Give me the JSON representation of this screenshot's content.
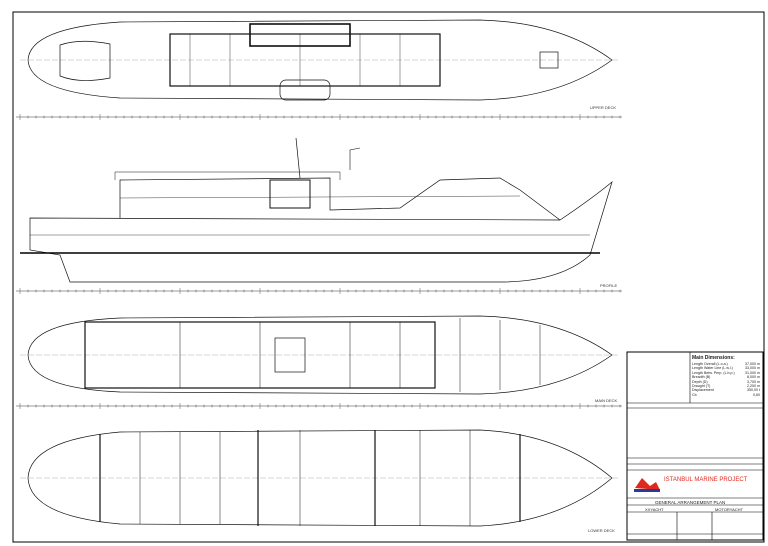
{
  "views": {
    "upper_deck": "UPPER DECK",
    "profile": "PROFILE",
    "main_deck": "MAIN DECK",
    "lower_deck": "LOWER DECK"
  },
  "title_block": {
    "main_dimensions_title": "Main Dimensions:",
    "dimensions": [
      {
        "label": "Length Overall (L.o.a.)",
        "value": "37,000 m"
      },
      {
        "label": "Length Water Line (L.w.l.)",
        "value": "33,000 m"
      },
      {
        "label": "Length Betw. Perp. (L.b.p.)",
        "value": "31,000 m"
      },
      {
        "label": "Breadth (B)",
        "value": "8,000 m"
      },
      {
        "label": "Depth (D)",
        "value": "3,700 m"
      },
      {
        "label": "Draught (T)",
        "value": "2,200 m"
      },
      {
        "label": "Displacement",
        "value": "350,00 t"
      },
      {
        "label": "Cb",
        "value": "0,60"
      }
    ],
    "company": "ISTANBUL MARINE PROJECT",
    "drawing_title": "GENERAL ARRANGEMENT PLAN",
    "project": "XXYACHT",
    "vessel_type": "MOTORYACHT",
    "accent_color": "#e0281e"
  }
}
